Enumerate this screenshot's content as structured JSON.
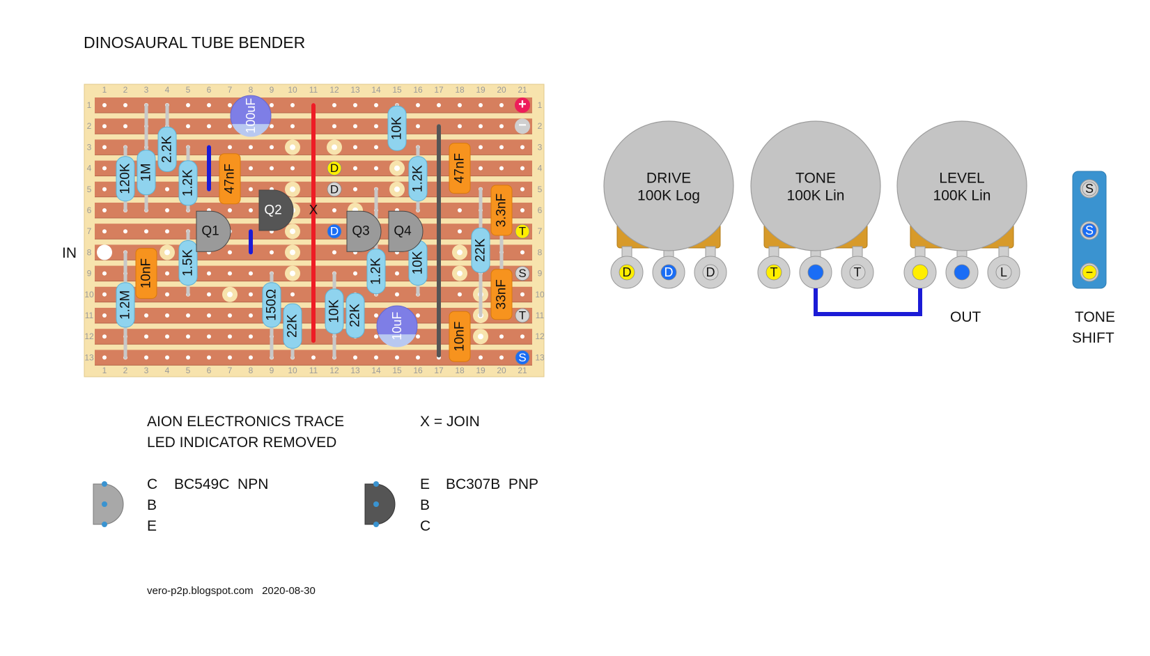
{
  "title": "DINOSAURAL TUBE BENDER",
  "board": {
    "columns": 21,
    "rows": 13,
    "in_label": "IN",
    "join_marker": "X",
    "power": {
      "plus": "+",
      "minus": "−"
    },
    "io_markers": [
      {
        "label": "T",
        "row": 7,
        "color": "#ffee00"
      },
      {
        "label": "S",
        "row": 9,
        "color": "#d6d6d6"
      },
      {
        "label": "T",
        "row": 11,
        "color": "#d6d6d6"
      },
      {
        "label": "S",
        "row": 13,
        "color": "#1a6df5"
      }
    ],
    "pad_markers": [
      {
        "label": "D",
        "col": 12,
        "row": 4,
        "color": "#ffee00"
      },
      {
        "label": "D",
        "col": 12,
        "row": 5,
        "color": "#d6d6d6"
      },
      {
        "label": "D",
        "col": 12,
        "row": 7,
        "color": "#1a6df5"
      }
    ],
    "resistors": [
      {
        "label": "120K",
        "col": 2,
        "row": 4.5
      },
      {
        "label": "1M",
        "col": 3,
        "row": 4.2
      },
      {
        "label": "2.2K",
        "col": 4,
        "row": 3.1
      },
      {
        "label": "1.2K",
        "col": 5,
        "row": 4.7
      },
      {
        "label": "10K",
        "col": 15,
        "row": 2.1
      },
      {
        "label": "1.2K",
        "col": 16,
        "row": 4.5
      },
      {
        "label": "1.5K",
        "col": 5,
        "row": 8.5
      },
      {
        "label": "1.2K",
        "col": 14,
        "row": 8.9
      },
      {
        "label": "10K",
        "col": 16,
        "row": 8.5
      },
      {
        "label": "22K",
        "col": 19,
        "row": 7.9
      },
      {
        "label": "1.2M",
        "col": 2,
        "row": 10.5
      },
      {
        "label": "150Ω",
        "col": 9,
        "row": 10.5
      },
      {
        "label": "22K",
        "col": 10,
        "row": 11.5
      },
      {
        "label": "10K",
        "col": 12,
        "row": 10.8
      },
      {
        "label": "22K",
        "col": 13,
        "row": 11.0
      }
    ],
    "film_caps": [
      {
        "label": "47nF",
        "col": 7,
        "row": 4.5
      },
      {
        "label": "47nF",
        "col": 18,
        "row": 4.0
      },
      {
        "label": "3.3nF",
        "col": 20,
        "row": 6.0
      },
      {
        "label": "10nF",
        "col": 3,
        "row": 9.0
      },
      {
        "label": "33nF",
        "col": 20,
        "row": 10.0
      },
      {
        "label": "10nF",
        "col": 18,
        "row": 12.0
      }
    ],
    "electrolytics": [
      {
        "label": "100uF",
        "col": 8,
        "row": 1.5
      },
      {
        "label": "10uF",
        "col": 15,
        "row": 11.5
      }
    ],
    "transistors": [
      {
        "label": "Q1",
        "col": 6,
        "row": 7,
        "color": "#9a9a9a"
      },
      {
        "label": "Q2",
        "col": 9,
        "row": 6,
        "color": "#555555"
      },
      {
        "label": "Q3",
        "col": 13.2,
        "row": 7,
        "color": "#9a9a9a"
      },
      {
        "label": "Q4",
        "col": 15.2,
        "row": 7,
        "color": "#9a9a9a"
      }
    ]
  },
  "pots": [
    {
      "name": "DRIVE",
      "value": "100K Log",
      "lugs": [
        {
          "label": "D",
          "color": "#ffee00"
        },
        {
          "label": "D",
          "color": "#1a6df5"
        },
        {
          "label": "D",
          "color": "#d6d6d6"
        }
      ]
    },
    {
      "name": "TONE",
      "value": "100K Lin",
      "lugs": [
        {
          "label": "T",
          "color": "#ffee00"
        },
        {
          "label": "",
          "color": "#1a6df5"
        },
        {
          "label": "T",
          "color": "#d6d6d6"
        }
      ]
    },
    {
      "name": "LEVEL",
      "value": "100K Lin",
      "lugs": [
        {
          "label": "",
          "color": "#ffee00"
        },
        {
          "label": "",
          "color": "#1a6df5"
        },
        {
          "label": "L",
          "color": "#d6d6d6"
        }
      ]
    }
  ],
  "out_label": "OUT",
  "switch": {
    "label_line1": "TONE",
    "label_line2": "SHIFT",
    "lugs": [
      {
        "label": "S",
        "color": "#d6d6d6"
      },
      {
        "label": "S",
        "color": "#1a6df5"
      },
      {
        "label": "−",
        "color": "#ffee00"
      }
    ]
  },
  "notes": {
    "line1": "AION ELECTRONICS TRACE",
    "line2": "LED INDICATOR REMOVED",
    "join": "X = JOIN"
  },
  "legend": {
    "npn": {
      "pins": [
        "C",
        "B",
        "E"
      ],
      "part": "BC549C  NPN"
    },
    "pnp": {
      "pins": [
        "E",
        "B",
        "C"
      ],
      "part": "BC307B  PNP"
    }
  },
  "footer": "vero-p2p.blogspot.com   2020-08-30"
}
